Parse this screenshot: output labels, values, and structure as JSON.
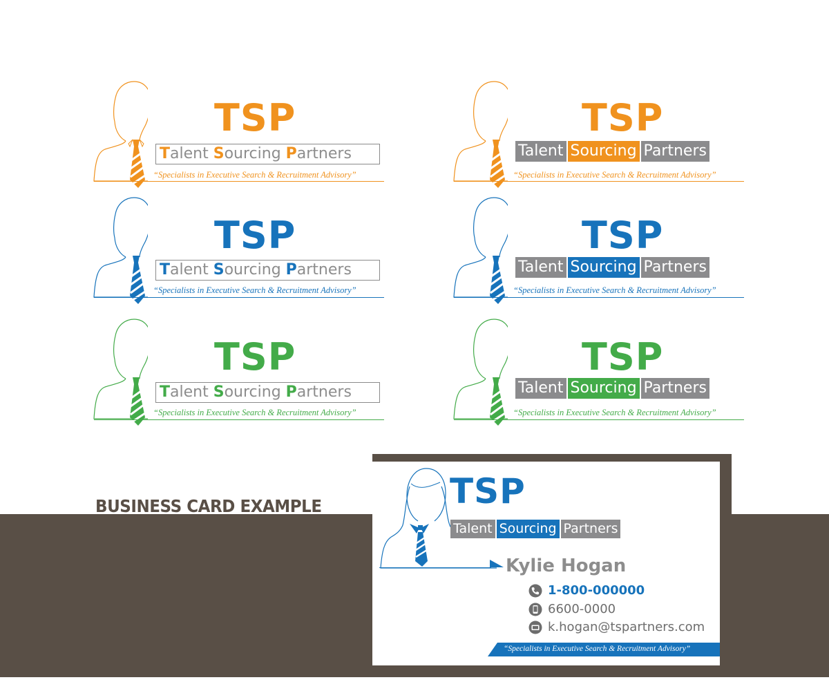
{
  "brand": {
    "acronym": "TSP",
    "words": [
      "Talent",
      "Sourcing",
      "Partners"
    ],
    "initials": [
      "T",
      "S",
      "P"
    ],
    "rests": [
      "alent ",
      "ourcing ",
      "artners"
    ],
    "motto": "“Specialists in Executive Search & Recruitment Advisory”"
  },
  "colors": {
    "orange": "#f0921e",
    "blue": "#1773bb",
    "green": "#43ab49",
    "gray": "#8b8b8d",
    "band": "#594f46"
  },
  "section_title": "BUSINESS CARD EXAMPLE",
  "card": {
    "name": "Kylie Hogan",
    "phone": "1-800-000000",
    "mobile": "6600-0000",
    "email": "k.hogan@tspartners.com",
    "icons": [
      "phone-icon",
      "mobile-icon",
      "email-icon"
    ]
  }
}
